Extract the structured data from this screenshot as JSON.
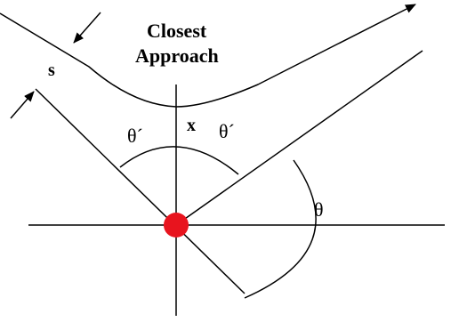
{
  "labels": {
    "title_line1": "Closest",
    "title_line2": "Approach",
    "impact_parameter": "s",
    "closest_distance": "x",
    "half_angle_left": "θ´",
    "half_angle_right": "θ´",
    "scattering_angle": "θ"
  },
  "colors": {
    "scattering_center": "#e8141e",
    "ink": "#000000"
  }
}
